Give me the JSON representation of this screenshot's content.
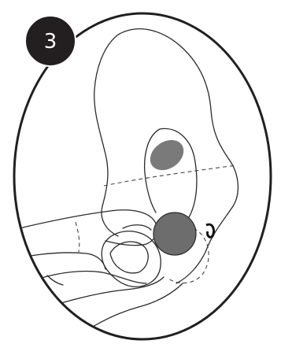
{
  "step": {
    "number": "3"
  },
  "colors": {
    "badge_fill": "#231f20",
    "frame_stroke": "#231f20",
    "inner_mark": "#7a7a7a",
    "held_disc": "#6d6d6d"
  },
  "icons": {
    "held_object": "round-disc",
    "target_mark": "oval-mark"
  }
}
